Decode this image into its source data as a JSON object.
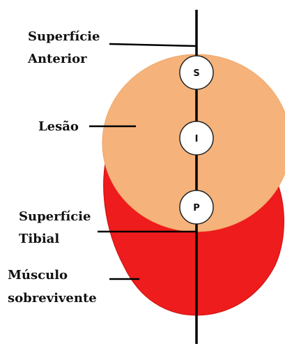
{
  "labels": {
    "anterior_line1": "Superfície",
    "anterior_line2": "Anterior",
    "lesion": "Lesão",
    "tibial_line1": "Superfície",
    "tibial_line2": "Tibial",
    "muscle_line1": "Músculo",
    "muscle_line2": "sobrevivente"
  },
  "markers": [
    "S",
    "I",
    "P"
  ],
  "colors": {
    "muscle": "#ee1c1c",
    "muscle_edge": "#c81212",
    "lesion": "#f5b27a",
    "line": "#000000",
    "marker_fill": "#ffffff"
  }
}
